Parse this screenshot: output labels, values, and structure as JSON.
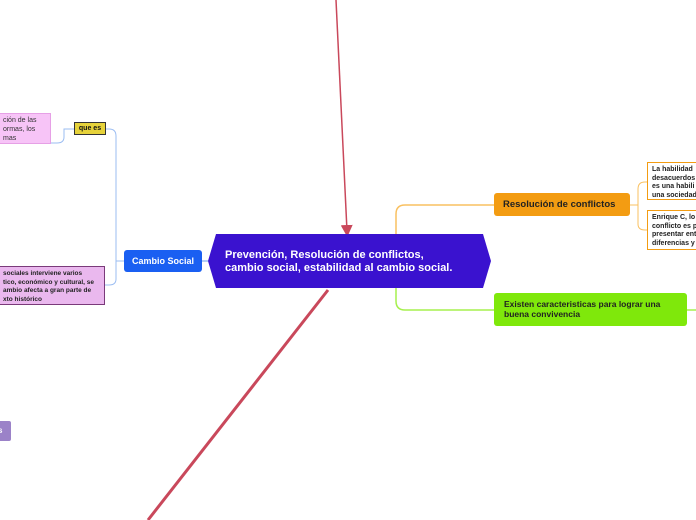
{
  "central": {
    "line1": "Prevención, Resolución de conflictos,",
    "line2": "cambio social, estabilidad al cambio social."
  },
  "branches": {
    "resolucion": "Resolución de conflictos",
    "convivencia_line1": "Existen caracteristicas para lograr una",
    "convivencia_line2": "buena convivencia",
    "cambio_social": "Cambio Social"
  },
  "notes": {
    "habilidad": [
      "La habilidad",
      "desacuerdos",
      "es una habili",
      "una sociedad"
    ],
    "enrique": [
      "Enrique C,  lo",
      "conflicto es p",
      "presentar ent",
      "diferencias y"
    ]
  },
  "left": {
    "que_es": "que es",
    "pink_a": [
      "ción de las",
      "ormas, los",
      "mas"
    ],
    "pink_b": [
      "sociales interviene varios",
      "tico, económico y cultural, se",
      "ambio afecta a gran parte de",
      "xto histórico"
    ],
    "purple": "s"
  },
  "colors": {
    "central": "#3a12cf",
    "orange": "#f39c12",
    "green": "#7fe80b",
    "blue": "#1a5ff2",
    "relation": "#c9485b"
  }
}
